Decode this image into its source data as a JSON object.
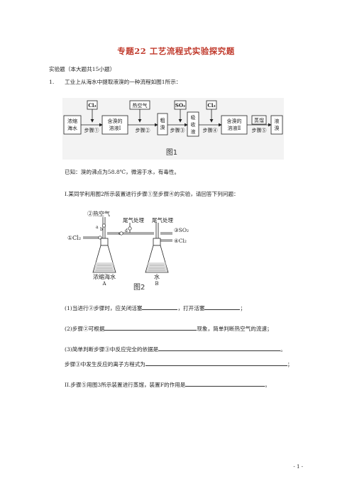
{
  "title": "专题22 工艺流程式实验探究题",
  "section": "实验题（本大题共15小题）",
  "question": {
    "number": "1.",
    "text": "工业上从海水中提取液溴的一种流程如图1所示："
  },
  "figure1": {
    "caption": "图1",
    "inputs": [
      "Cl₂",
      "热空气",
      "SO₂",
      "Cl₂"
    ],
    "boxes": [
      "浓缩海水",
      "含溴的溶液Ⅰ",
      "粗溴",
      "吸收液",
      "含溴的溶液Ⅱ",
      "蒸馏",
      "液溴"
    ],
    "steps": [
      "步骤①",
      "步骤②",
      "步骤③",
      "步骤④",
      "步骤⑤"
    ]
  },
  "known": "已知：溴的沸点为58.8℃，微溶于水，有毒性。",
  "part1_intro": "I.某同学利用图2所示装置进行步骤①至步骤④的实验，请回答下列问题：",
  "figure2": {
    "caption": "图2",
    "labels": {
      "hot_air": "②热空气",
      "cl2_in": "①Cl₂",
      "tail1": "尾气处理",
      "tail2": "尾气处理",
      "so2": "③SO₂",
      "cl2_out": "④Cl₂",
      "a": "a",
      "b": "b",
      "c": "c",
      "d": "d",
      "flaskA_liquid": "浓缩海水",
      "flaskA": "A",
      "flaskB_liquid": "水",
      "flaskB": "B"
    }
  },
  "q1": {
    "pre": "(1)当进行②步骤时，应关闭活塞",
    "mid": "，打开活塞",
    "post": "；"
  },
  "q2": {
    "pre": "(2)步骤②可根据",
    "post": "现象，简单判断热空气的流速；"
  },
  "q3": {
    "pre": "(3)简单判断步骤③中反应完全的依据是",
    "post": "。"
  },
  "q3b": {
    "pre": "步骤③中发生反应的离子方程式为",
    "post": "；"
  },
  "part2": {
    "pre": "II.步骤⑤用图3所示装置进行蒸馏，装置F的作用是",
    "post": "。"
  },
  "page_number": "- 1 -"
}
